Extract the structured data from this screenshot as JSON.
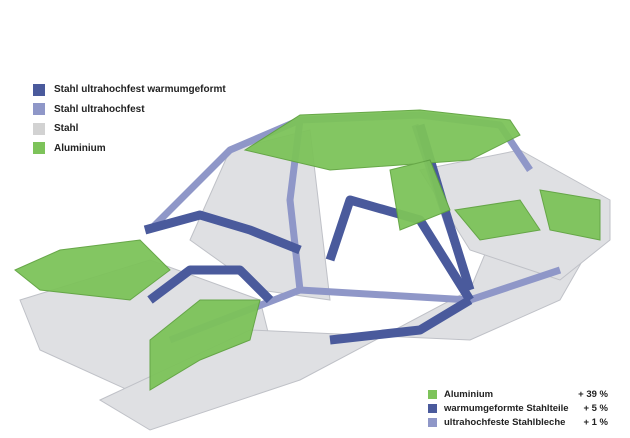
{
  "colors": {
    "hot_formed": "#4a5a9c",
    "ultra_high": "#8f97c8",
    "steel": "#d2d2d2",
    "aluminium": "#7dc35a"
  },
  "legend_materials": [
    {
      "label": "Stahl ultrahochfest warmumgeformt",
      "color": "#4a5a9c"
    },
    {
      "label": "Stahl ultrahochfest",
      "color": "#8f97c8"
    },
    {
      "label": "Stahl",
      "color": "#d2d2d2"
    },
    {
      "label": "Aluminium",
      "color": "#7dc35a"
    }
  ],
  "legend_shares": [
    {
      "label": "Aluminium",
      "value": "+ 39 %",
      "color": "#7dc35a"
    },
    {
      "label": "warmumgeformte Stahlteile",
      "value": "+ 5 %",
      "color": "#4a5a9c"
    },
    {
      "label": "ultrahochfeste Stahlbleche",
      "value": "+ 1 %",
      "color": "#8f97c8"
    }
  ]
}
